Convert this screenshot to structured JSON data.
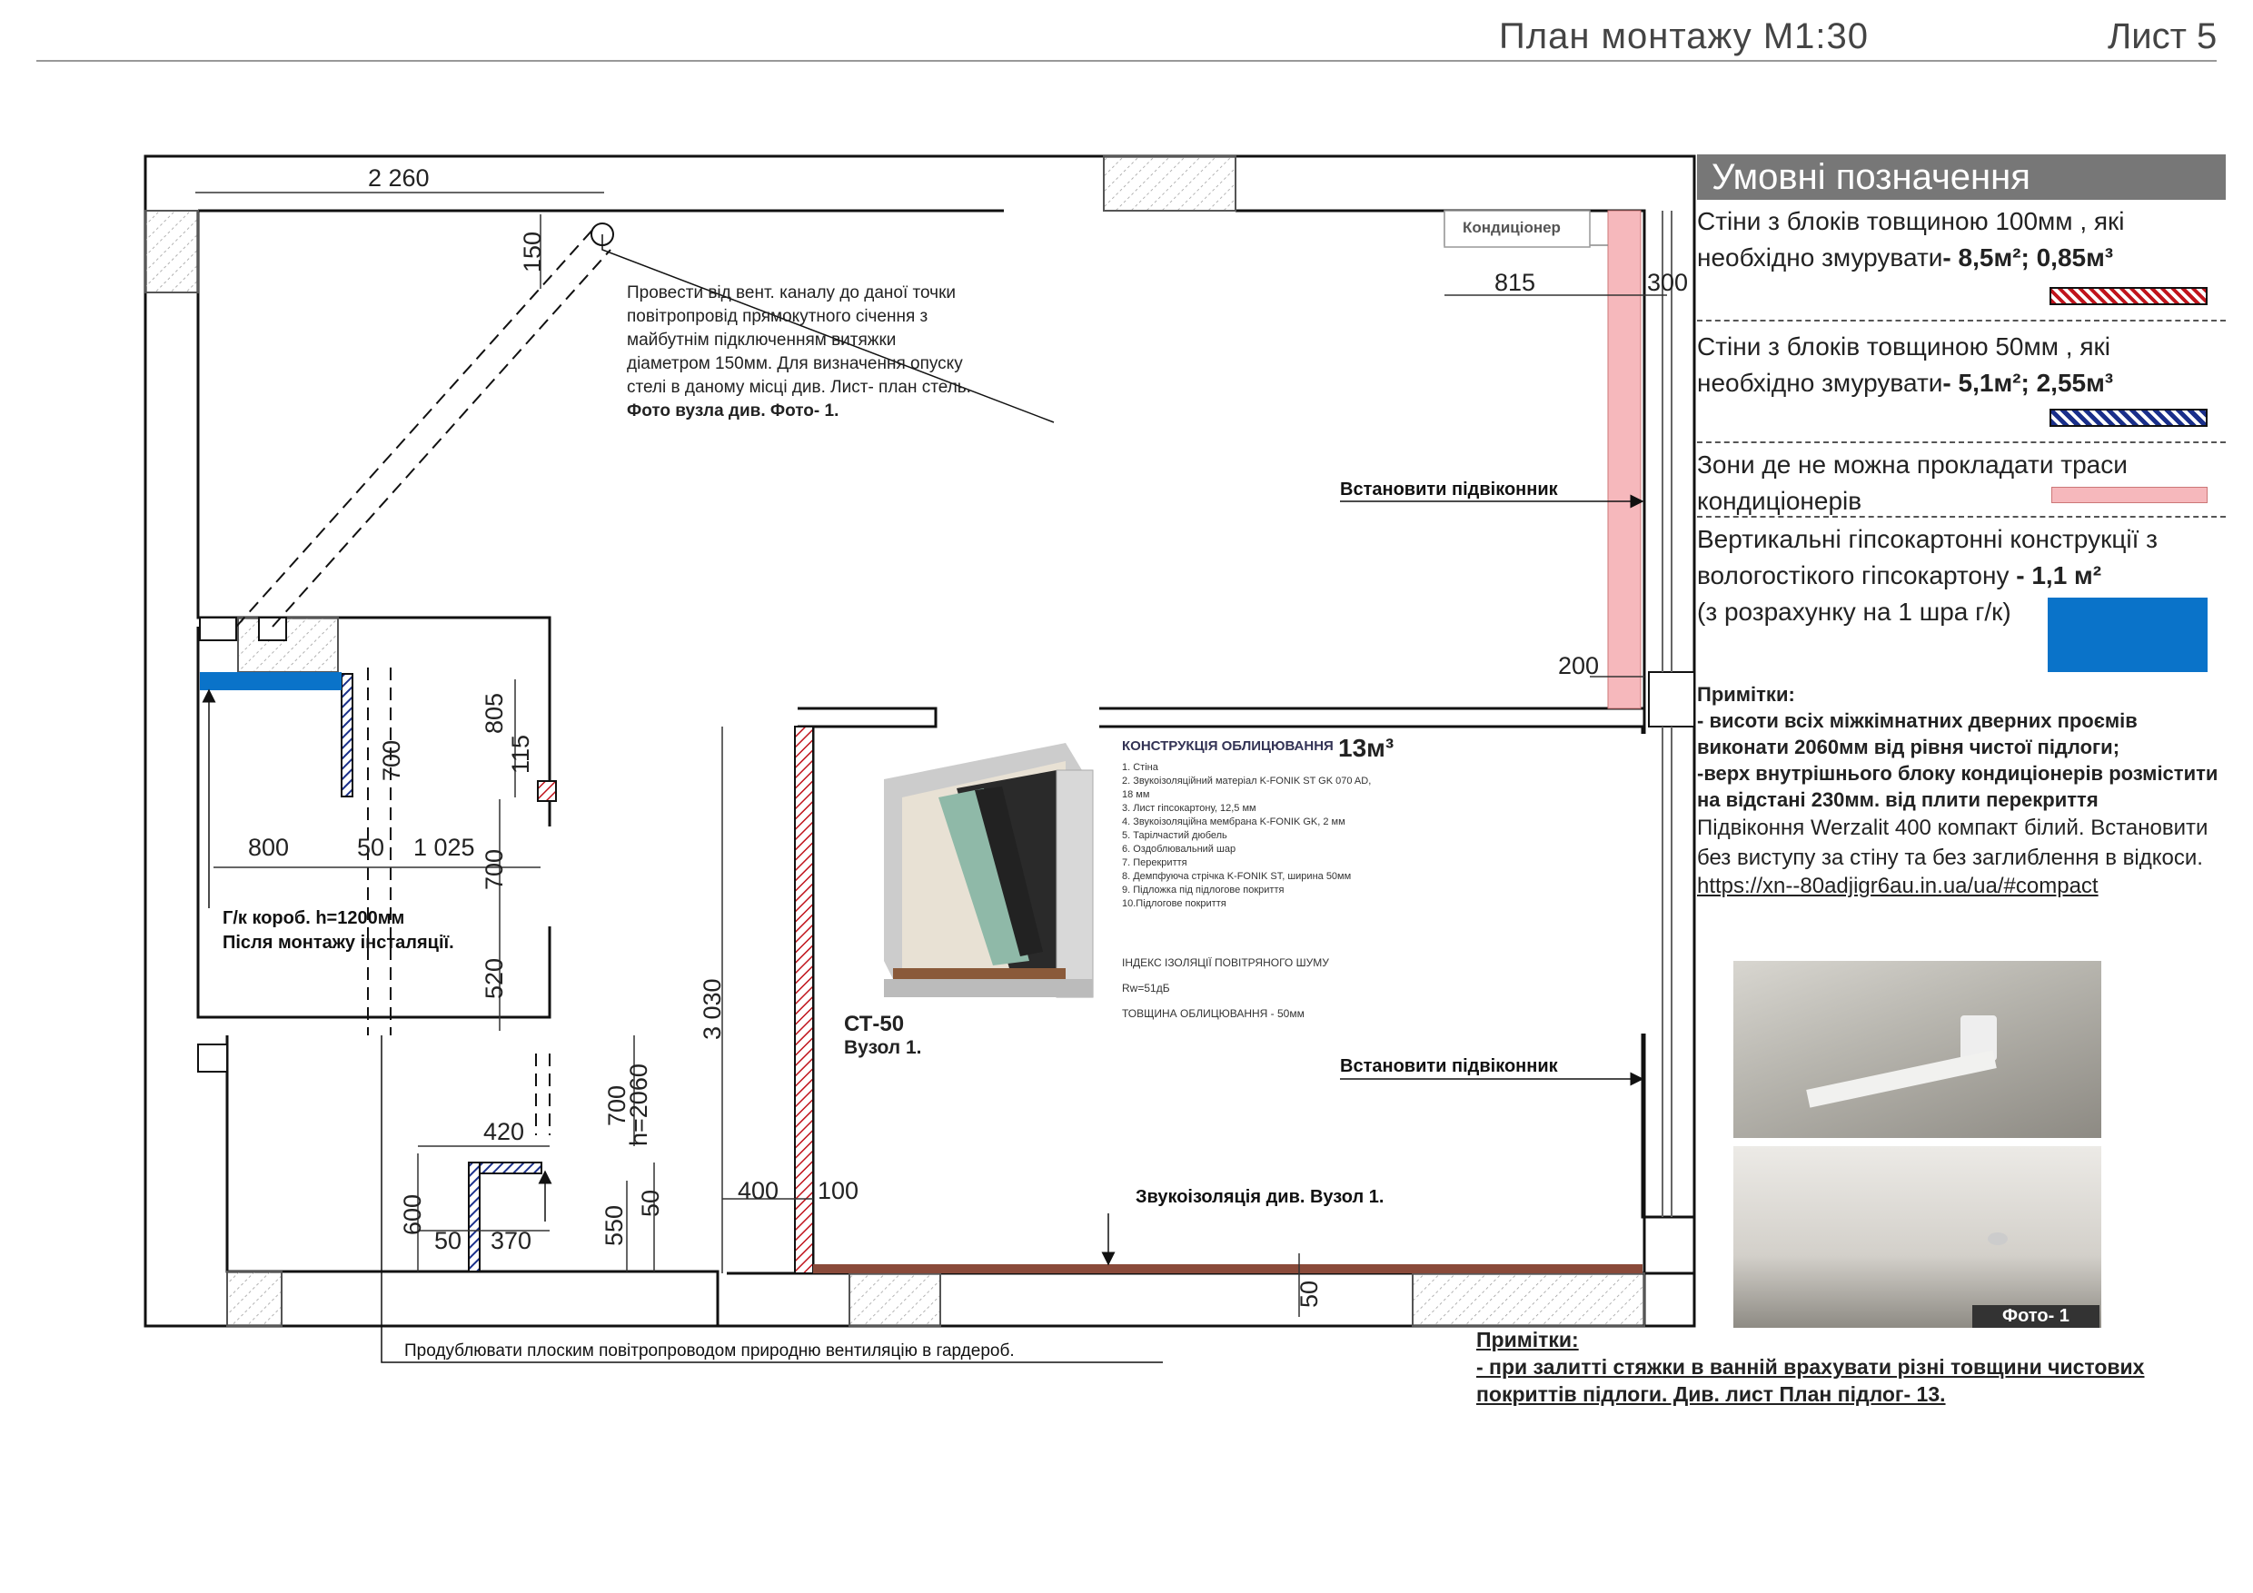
{
  "header": {
    "title": "План монтажу М1:30",
    "sheet": "Лист 5"
  },
  "legend": {
    "title": "Умовні позначення",
    "items": [
      {
        "text_a": "Стіни з блоків товщиною 100мм , які необхідно змурувати",
        "bold": "- 8,5м²;  0,85м³",
        "swatch": "red-hatch"
      },
      {
        "text_a": "Стіни з блоків товщиною 50мм , які необхідно змурувати",
        "bold": "- 5,1м²;  2,55м³",
        "swatch": "blue-hatch"
      },
      {
        "text_a": "Зони де не можна прокладати траси кондиціонерів",
        "bold": "",
        "swatch": "pink"
      },
      {
        "text_a": "Вертикальні гіпсокартонні конструкції з вологостікого гіпсокартону",
        "bold": " - 1,1 м²",
        "text_b": "(з розрахунку на 1 шра г/к)",
        "swatch": "blue"
      }
    ]
  },
  "notes_top": {
    "title": "Примітки:",
    "bold_lines": [
      "- висоти всіх міжкімнатних дверних проємів виконати 2060мм від рівня чистої підлоги;",
      "-верх внутрішнього блоку кондиціонерів розмістити на відстані  230мм. від плити перекриття"
    ],
    "sill_text": "Підвіконня Werzalit 400 компакт білий. Встановити без виступу за стіну та без заглиблення в відкоси.",
    "link": "https://xn--80adjigr6au.in.ua/ua/#compact"
  },
  "photo_label": "Фото- 1",
  "notes_bottom": {
    "title": "Примітки:",
    "text": "- при залитті стяжки в ванній врахувати різні товщини чистових покриттів підлоги. Див. лист План підлог- 13."
  },
  "plan": {
    "duct_note": [
      "Провести від вент. каналу до даної точки",
      "повітропровід прямокутного січення з",
      "майбутнім підключенням витяжки",
      "діаметром 150мм. Для визначення опуску",
      " стелі в даному місці див. Лист- план стель."
    ],
    "duct_note_bold": "Фото вузла див. Фото- 1.",
    "conditioner": "Кондиціонер",
    "sill1": "Встановити підвіконник",
    "sill2": "Встановити підвіконник",
    "gk_box1": "Г/к короб. h=1200мм",
    "gk_box2": "Після монтажу інсталяції.",
    "soundproof": "Звукоізоляція див. Вузол 1.",
    "vent_note": "Продублювати плоским повітропроводом природню вентиляцію в гардероб.",
    "dims": {
      "d2260": "2 260",
      "d150": "150",
      "d815": "815",
      "d300": "300",
      "d200": "200",
      "d805": "805",
      "d115": "115",
      "d700a": "700",
      "d800": "800",
      "d50a": "50",
      "d1025": "1 025",
      "d700b": "700",
      "d520": "520",
      "d700c": "700",
      "dh2060": "h=2060",
      "d420": "420",
      "d600": "600",
      "d50b": "50",
      "d370": "370",
      "d550": "550",
      "d50c": "50",
      "d3030": "3 030",
      "d400": "400",
      "d100": "100",
      "d50d": "50"
    }
  },
  "card": {
    "title": "КОНСТРУКЦІЯ ОБЛИЦЮВАННЯ",
    "area": "13м³",
    "list": [
      "1. Стіна",
      "2. Звукоізоляційний матеріал K-FONIK ST GK 070 AD,",
      "   18 мм",
      "3. Лист гіпсокартону, 12,5 мм",
      "4. Звукоізоляційна мембрана K-FONIK GK, 2 мм",
      "5. Тарілчастий дюбель",
      "6. Оздоблювальний шар",
      "7. Перекриття",
      "8. Демпфуюча стрічка K-FONIK ST, ширина 50мм",
      "9. Підложка під підлогове покриття",
      "10.Підлогове покриття"
    ],
    "idx1": "ІНДЕКС ІЗОЛЯЦІЇ ПОВІТРЯНОГО ШУМУ",
    "idx2": "Rw=51дБ",
    "idx3": "ТОВЩИНА ОБЛИЦЮВАННЯ - 50мм",
    "code": "СТ-50",
    "node": "Вузол 1."
  },
  "colors": {
    "pink": "#f6b8bc",
    "blue": "#0a73c9",
    "red_hatch": "#c0141c",
    "blue_hatch": "#1a2f8a",
    "legend_bg": "#777777"
  }
}
